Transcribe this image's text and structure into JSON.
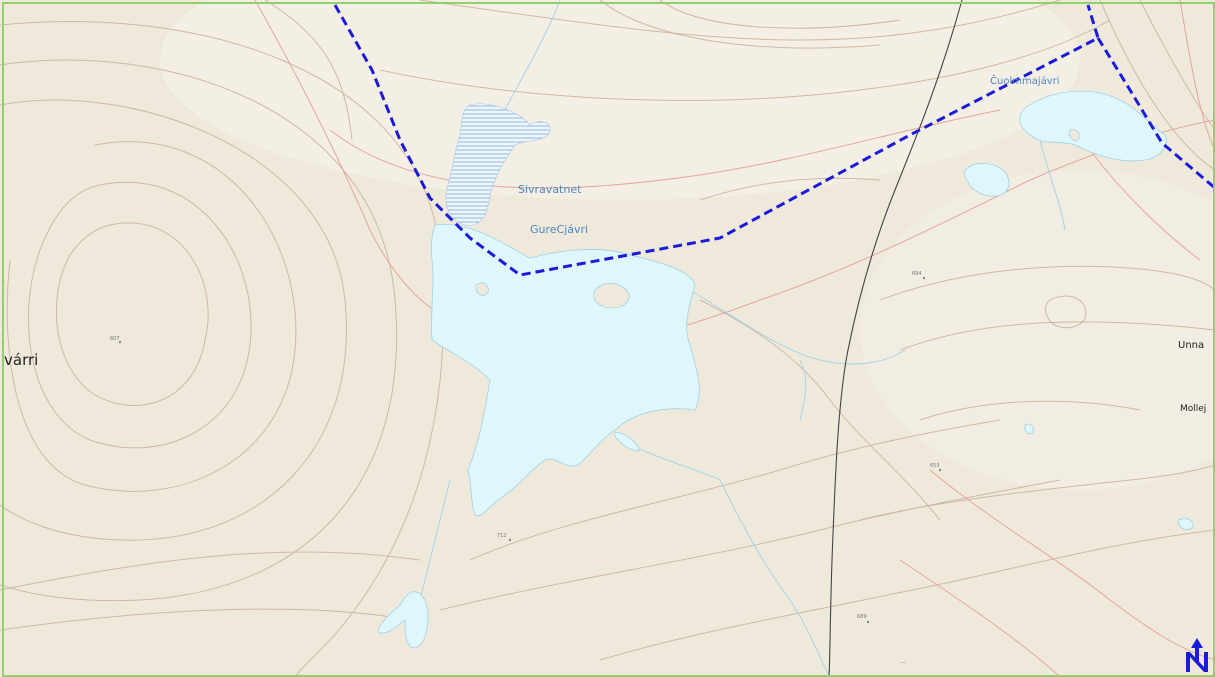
{
  "map": {
    "labels": {
      "lake_sivra": "Sivravatnet",
      "lake_gure": "GureCjávri",
      "lake_ne": "Čuolmmajávri",
      "place_west": "várri",
      "place_unna": "Unna",
      "place_molle": "Mollej"
    },
    "spot_heights": {
      "h1": "607",
      "h2": "694",
      "h3": "712",
      "h4": "653",
      "h5": "689",
      "h6": "---"
    },
    "colors": {
      "land": "#efe9dc",
      "water": "#dff6fb",
      "marsh": "#a9c8e8",
      "contour": "#cdb9a3",
      "road": "#e6a49a",
      "boundary": "#1a1ad8",
      "power_line": "#444444"
    },
    "north_arrow": {
      "icon": "north-arrow-icon",
      "letter": "N"
    }
  }
}
